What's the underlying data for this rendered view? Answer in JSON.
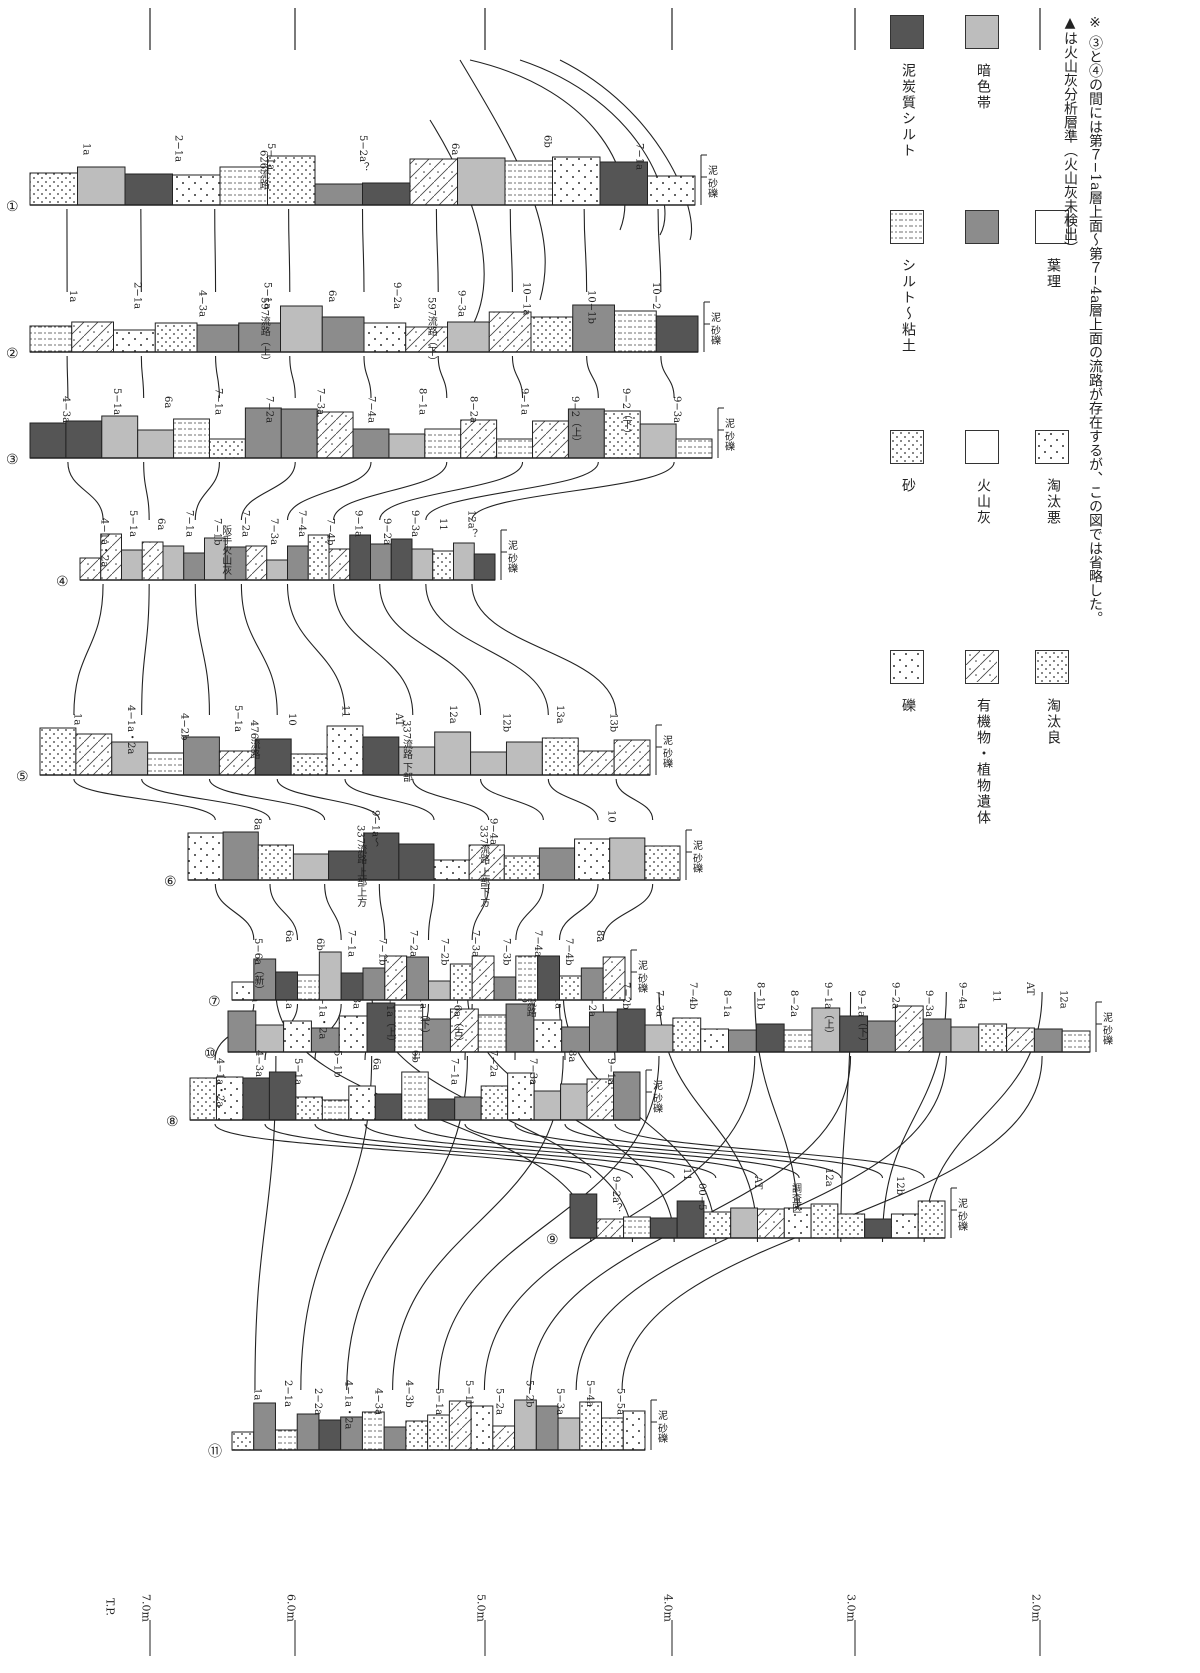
{
  "elevation_axis": {
    "unit_label": "T.P.",
    "ticks": [
      "7.0m",
      "6.0m",
      "5.0m",
      "4.0m",
      "3.0m",
      "2.0m"
    ]
  },
  "columns": [
    {
      "id": "11",
      "circle": "⑪",
      "scale_label": "泥 砂礫",
      "beds": [
        "1a",
        "2−1a",
        "2−2a",
        "4−1a・2a",
        "4−3a",
        "4−3b",
        "5−1a",
        "5−1b",
        "5−2a",
        "5−2b",
        "5−3a",
        "5−4a",
        "5−5a"
      ],
      "extra_labels": []
    },
    {
      "id": "10",
      "circle": "⑩",
      "scale_label": "泥 砂礫",
      "beds": [
        "1a",
        "2−1a",
        "4−1a・2a",
        "4−3a",
        "5−1a（上）",
        "5−1a（下）",
        "5−6a（古）",
        "6a",
        "6b",
        "7−1a",
        "7−2a",
        "7−2b",
        "7−3a",
        "7−4b",
        "8−1a",
        "8−1b",
        "8−2a",
        "9−1a（上）",
        "9−1a（下）",
        "9−2a",
        "9−3a",
        "9−4a",
        "11",
        "AT",
        "12a"
      ],
      "extra_labels": [
        "流路"
      ]
    },
    {
      "id": "9",
      "circle": "⑨",
      "scale_label": "泥 砂礫",
      "beds": [
        "9−2a？",
        "11",
        "AT",
        "12a",
        "12b"
      ],
      "extra_labels": [
        "00−5",
        "調査区"
      ]
    },
    {
      "id": "8",
      "circle": "⑧",
      "scale_label": "泥 砂礫",
      "beds": [
        "4−1a・2a",
        "4−3a",
        "5−1a",
        "5−1b",
        "6a",
        "6b",
        "7−1a",
        "7−2a",
        "7−3a",
        "8a",
        "9−1a"
      ],
      "extra_labels": []
    },
    {
      "id": "7",
      "circle": "⑦",
      "scale_label": "泥 砂礫",
      "beds": [
        "5−6a（新）",
        "6a",
        "6b",
        "7−1a",
        "7−1b",
        "7−2a",
        "7−2b",
        "7−3a",
        "7−3b",
        "7−4a",
        "7−4b",
        "8a"
      ],
      "extra_labels": []
    },
    {
      "id": "6",
      "circle": "⑥",
      "scale_label": "泥 砂礫",
      "beds": [
        "8a",
        "9−1a〜",
        "9−4a",
        "10"
      ],
      "extra_labels": [
        "337流路 上部上方",
        "337流路 上部下方"
      ]
    },
    {
      "id": "5",
      "circle": "⑤",
      "scale_label": "泥 砂礫",
      "beds": [
        "1a",
        "4−1a・2a",
        "4−2b",
        "5−1a",
        "10",
        "11",
        "AT",
        "12a",
        "12b",
        "13a",
        "13b"
      ],
      "extra_labels": [
        "476流路",
        "337流路 下部"
      ]
    },
    {
      "id": "4",
      "circle": "④",
      "scale_label": "泥 砂礫",
      "beds": [
        "4−1a・2a",
        "5−1a",
        "6a",
        "7−1a",
        "7−1b",
        "7−2a",
        "7−3a",
        "7−4a",
        "7−4b",
        "9−1a",
        "9−2a",
        "9−3a",
        "11",
        "12a？"
      ],
      "extra_labels": [
        "阪手火山灰"
      ]
    },
    {
      "id": "3",
      "circle": "③",
      "scale_label": "泥 砂礫",
      "beds": [
        "4−3a",
        "5−1a",
        "6a",
        "7−1a",
        "7−2a",
        "7−3a",
        "7−4a",
        "8−1a",
        "8−2a",
        "9−1a",
        "9−2（上）",
        "9−2（下）",
        "9−3a"
      ],
      "extra_labels": []
    },
    {
      "id": "2",
      "circle": "②",
      "scale_label": "泥 砂礫",
      "beds": [
        "1a",
        "2−1a",
        "4−3a",
        "5−1a",
        "6a",
        "9−2a",
        "9−3a",
        "10−1a",
        "10−1b",
        "10−2"
      ],
      "extra_labels": [
        "597流路（上）",
        "597流路（下）"
      ]
    },
    {
      "id": "1",
      "circle": "①",
      "scale_label": "泥 砂礫",
      "beds": [
        "1a",
        "2−1a",
        "5−1a",
        "5−2a？",
        "6a",
        "6b",
        "7−1a"
      ],
      "extra_labels": [
        "626流路"
      ]
    }
  ],
  "legend": [
    {
      "label": "礫",
      "pattern": "gravel"
    },
    {
      "label": "砂",
      "pattern": "sand"
    },
    {
      "label": "シルト〜粘土",
      "pattern": "silt"
    },
    {
      "label": "泥炭質シルト",
      "pattern": "peaty",
      "color": "#555555"
    },
    {
      "label": "有機物・植物遺体",
      "pattern": "organic"
    },
    {
      "label": "火山灰",
      "pattern": "ash"
    },
    {
      "label": "",
      "pattern": "dark-mid",
      "color": "#8c8c8c"
    },
    {
      "label": "暗色帯",
      "pattern": "dark-light",
      "color": "#bdbdbd"
    },
    {
      "label": "淘汰良",
      "pattern": "well-sorted"
    },
    {
      "label": "淘汰悪",
      "pattern": "poorly-sorted"
    },
    {
      "label": "葉理",
      "pattern": "lamina"
    }
  ],
  "notes": [
    "※ ③と④の間には第７−1a層上面〜第７−4a層上面の流路が存在するが、この図では省略した。",
    "▲は火山灰分析層準（火山灰未検出）"
  ],
  "colors": {
    "peaty": "#555555",
    "dark_mid": "#8c8c8c",
    "dark_light": "#bdbdbd",
    "line": "#222222"
  }
}
